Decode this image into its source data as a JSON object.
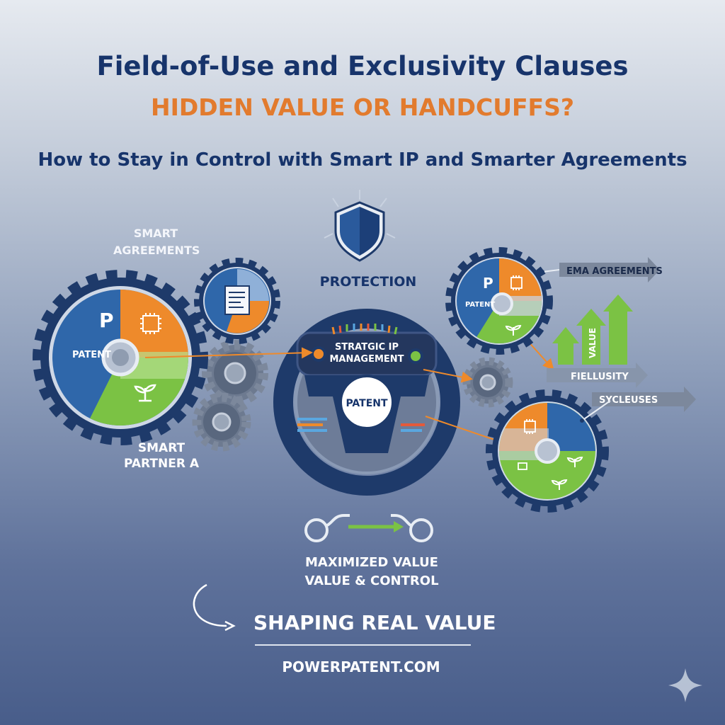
{
  "header": {
    "title": "Field-of-Use and Exclusivity Clauses",
    "subtitle": "HIDDEN VALUE OR HANDCUFFS?",
    "tagline": "How to Stay in Control with Smart IP and Smarter Agreements"
  },
  "diagram": {
    "smart_agreements_line1": "SMART",
    "smart_agreements_line2": "AGREEMENTS",
    "protection": "PROTECTION",
    "left_gear_p": "P",
    "left_gear_patent": "PATENT",
    "smart_partner_line1": "SMART",
    "smart_partner_line2": "PARTNER A",
    "wheel_label_line1": "STRATGIC IP",
    "wheel_label_line2": "MANAGEMENT",
    "wheel_center": "PATENT",
    "right_gear_p": "P",
    "right_gear_patent": "PATENT",
    "arrow_agreements": "EMA AGREEMENTS",
    "arrow_fiellusity": "FIELLUSITY",
    "arrow_clauses": "SYCLEUSES",
    "value_label": "VALUE",
    "maximized_line1": "MAXIMIZED VALUE",
    "maximized_line2": "VALUE & CONTROL"
  },
  "footer": {
    "shaping": "SHAPING REAL VALUE",
    "domain": "POWERPATENT.COM"
  },
  "colors": {
    "navy": "#17346b",
    "gear": "#1e3a6a",
    "blue": "#2f67aa",
    "orange": "#ee8a2b",
    "green": "#7bc244",
    "accent_orange": "#e27b2e"
  },
  "icons": [
    "shield-icon",
    "document-icon",
    "chip-icon",
    "plant-icon",
    "handcuffs-icon",
    "sparkle-icon",
    "curved-arrow-icon"
  ]
}
